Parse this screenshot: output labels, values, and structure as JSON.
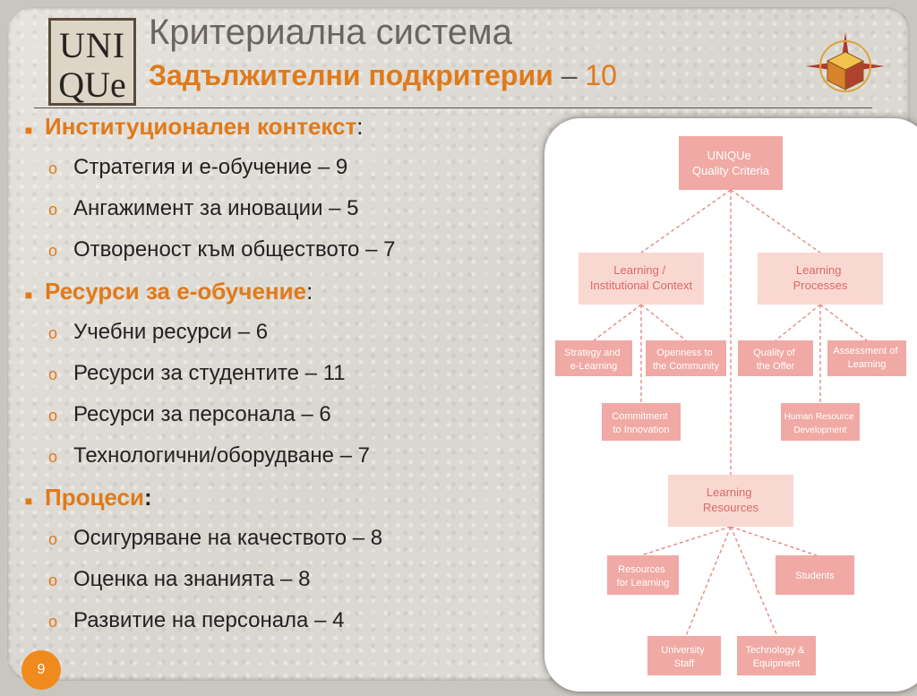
{
  "logo": {
    "line1": "UNI",
    "line2": "QUe"
  },
  "title": "Критериална система",
  "subtitle": {
    "main": "Задължителни подкритерии",
    "dash": " – ",
    "count": "10"
  },
  "sections": [
    {
      "label": "Институционален контекст",
      "colon": ":",
      "items": [
        {
          "text": "Стратегия и е-обучение – 9"
        },
        {
          "text": "Ангажимент за иновации – 5"
        },
        {
          "text": "Отвореност към обществото – 7"
        }
      ]
    },
    {
      "label": "Ресурси за е-обучение",
      "colon": ":",
      "items": [
        {
          "text": "Учебни ресурси – 6"
        },
        {
          "text": "Ресурси за студентите – 11"
        },
        {
          "text": "Ресурси за персонала – 6"
        },
        {
          "text": "Технологични/оборудване – 7"
        }
      ]
    },
    {
      "label": "Процеси",
      "colon": ":",
      "items": [
        {
          "text": "Осигуряване на качеството – 8"
        },
        {
          "text": "Оценка на знанията – 8"
        },
        {
          "text": "Развитие на персонала – 4"
        }
      ]
    }
  ],
  "diagram": {
    "root": [
      "UNIQUe",
      "Quality Criteria"
    ],
    "context": [
      "Learning /",
      "Institutional Context"
    ],
    "processes": [
      "Learning",
      "Processes"
    ],
    "strategy": [
      "Strategy and",
      "e-Learning"
    ],
    "openness": [
      "Openness to",
      "the Community"
    ],
    "quality": [
      "Quality of",
      "the Offer"
    ],
    "assessment": [
      "Assessment of",
      "Learning"
    ],
    "commitment": [
      "Commitment",
      "to Innovation"
    ],
    "hrd": [
      "Human Resource",
      "Development"
    ],
    "resources": [
      "Learning",
      "Resources"
    ],
    "res_learning": [
      "Resources",
      "for Learning"
    ],
    "students": [
      "Students"
    ],
    "staff": [
      "University",
      "Staff"
    ],
    "tech": [
      "Technology &",
      "Equipment"
    ]
  },
  "page_number": "9",
  "colors": {
    "accent": "#e07a1a",
    "box": "#f0a9a4",
    "box_light": "#fad8d2",
    "line": "#e08a85"
  }
}
